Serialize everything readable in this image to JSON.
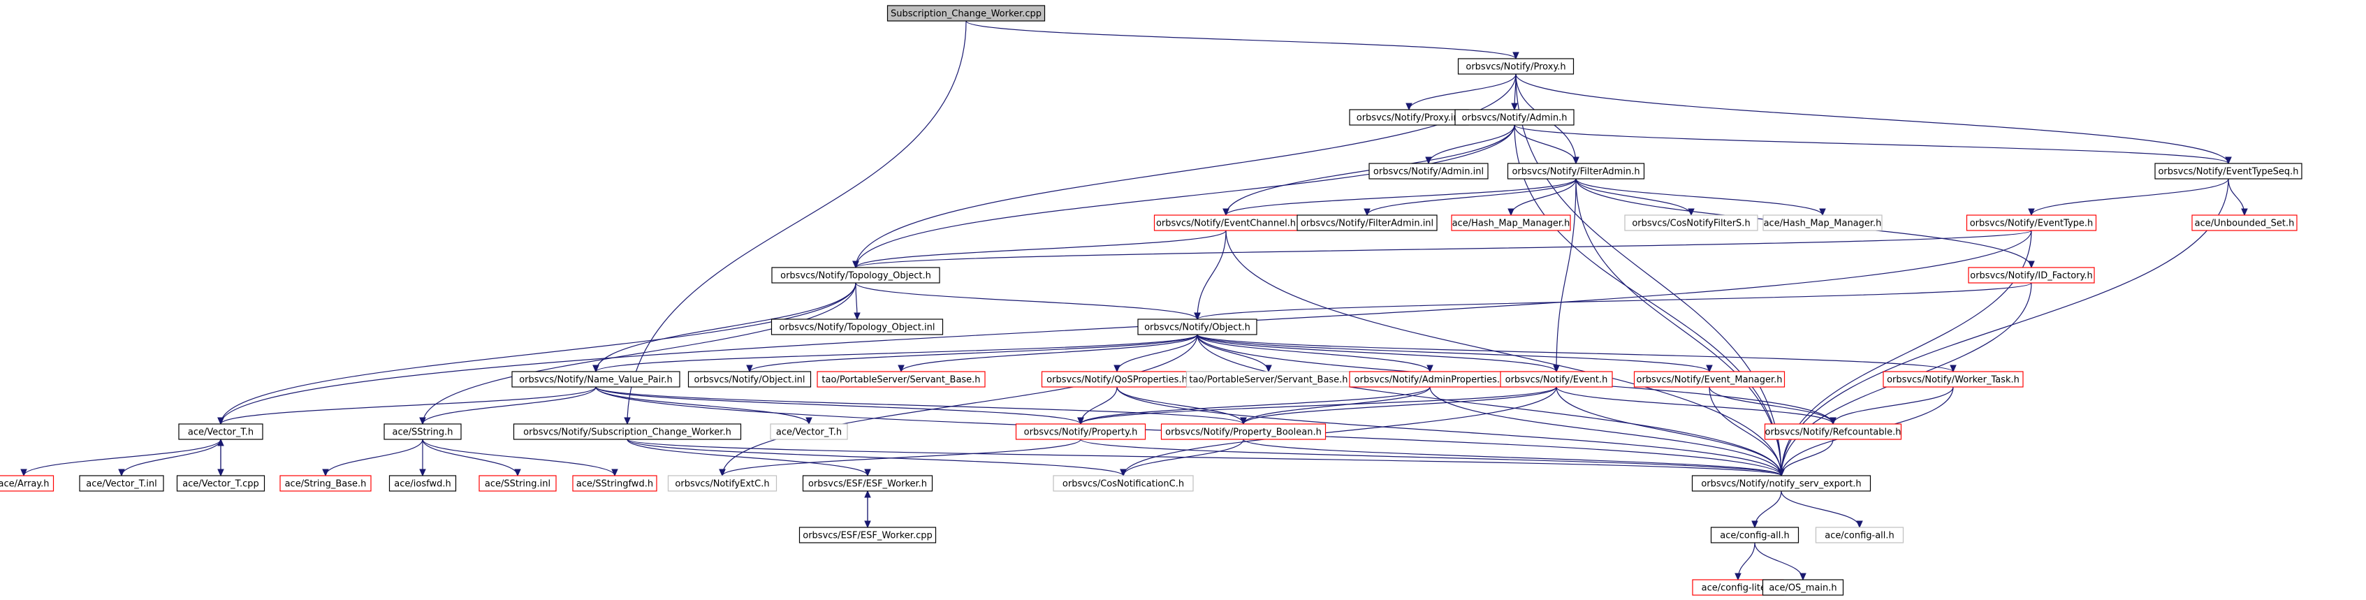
{
  "graph": {
    "nodes": [
      {
        "id": "root",
        "label": "Subscription_Change_Worker.cpp",
        "style": "root"
      },
      {
        "id": "proxy_h",
        "label": "orbsvcs/Notify/Proxy.h",
        "style": "black"
      },
      {
        "id": "proxy_inl",
        "label": "orbsvcs/Notify/Proxy.inl",
        "style": "black"
      },
      {
        "id": "admin_h",
        "label": "orbsvcs/Notify/Admin.h",
        "style": "black"
      },
      {
        "id": "admin_inl",
        "label": "orbsvcs/Notify/Admin.inl",
        "style": "black"
      },
      {
        "id": "filteradmin_h",
        "label": "orbsvcs/Notify/FilterAdmin.h",
        "style": "black"
      },
      {
        "id": "eventtypeseq_h",
        "label": "orbsvcs/Notify/EventTypeSeq.h",
        "style": "black"
      },
      {
        "id": "eventchannel_h",
        "label": "orbsvcs/Notify/EventChannel.h",
        "style": "red"
      },
      {
        "id": "filteradmin_inl",
        "label": "orbsvcs/Notify/FilterAdmin.inl",
        "style": "black"
      },
      {
        "id": "hashmap_h_red",
        "label": "ace/Hash_Map_Manager.h",
        "style": "red"
      },
      {
        "id": "cosnotifyfilters",
        "label": "orbsvcs/CosNotifyFilterS.h",
        "style": "grey"
      },
      {
        "id": "hashmap_h_grey",
        "label": "ace/Hash_Map_Manager.h",
        "style": "grey"
      },
      {
        "id": "eventtype_h",
        "label": "orbsvcs/Notify/EventType.h",
        "style": "red"
      },
      {
        "id": "unbounded_set",
        "label": "ace/Unbounded_Set.h",
        "style": "red"
      },
      {
        "id": "topology_h",
        "label": "orbsvcs/Notify/Topology_Object.h",
        "style": "black"
      },
      {
        "id": "idfactory_h",
        "label": "orbsvcs/Notify/ID_Factory.h",
        "style": "red"
      },
      {
        "id": "topology_inl",
        "label": "orbsvcs/Notify/Topology_Object.inl",
        "style": "black"
      },
      {
        "id": "object_h",
        "label": "orbsvcs/Notify/Object.h",
        "style": "black"
      },
      {
        "id": "namevalue_h",
        "label": "orbsvcs/Notify/Name_Value_Pair.h",
        "style": "black"
      },
      {
        "id": "object_inl",
        "label": "orbsvcs/Notify/Object.inl",
        "style": "black"
      },
      {
        "id": "servantbase_red",
        "label": "tao/PortableServer/Servant_Base.h",
        "style": "red"
      },
      {
        "id": "qosprops_h",
        "label": "orbsvcs/Notify/QoSProperties.h",
        "style": "red"
      },
      {
        "id": "servantbase_grey",
        "label": "tao/PortableServer/Servant_Base.h",
        "style": "grey"
      },
      {
        "id": "adminprops_h",
        "label": "orbsvcs/Notify/AdminProperties.h",
        "style": "red"
      },
      {
        "id": "event_h",
        "label": "orbsvcs/Notify/Event.h",
        "style": "red"
      },
      {
        "id": "eventmgr_h",
        "label": "orbsvcs/Notify/Event_Manager.h",
        "style": "red"
      },
      {
        "id": "workertask_h",
        "label": "orbsvcs/Notify/Worker_Task.h",
        "style": "red"
      },
      {
        "id": "vector_h",
        "label": "ace/Vector_T.h",
        "style": "black"
      },
      {
        "id": "sstring_h",
        "label": "ace/SString.h",
        "style": "black"
      },
      {
        "id": "subchange_h",
        "label": "orbsvcs/Notify/Subscription_Change_Worker.h",
        "style": "black"
      },
      {
        "id": "vector_h_grey",
        "label": "ace/Vector_T.h",
        "style": "grey"
      },
      {
        "id": "property_h",
        "label": "orbsvcs/Notify/Property.h",
        "style": "red"
      },
      {
        "id": "propbool_h",
        "label": "orbsvcs/Notify/Property_Boolean.h",
        "style": "red"
      },
      {
        "id": "refcount_h",
        "label": "orbsvcs/Notify/Refcountable.h",
        "style": "red"
      },
      {
        "id": "array_h",
        "label": "ace/Array.h",
        "style": "red"
      },
      {
        "id": "vector_inl",
        "label": "ace/Vector_T.inl",
        "style": "black"
      },
      {
        "id": "vector_cpp",
        "label": "ace/Vector_T.cpp",
        "style": "black"
      },
      {
        "id": "stringbase_h",
        "label": "ace/String_Base.h",
        "style": "red"
      },
      {
        "id": "iosfwd_h",
        "label": "ace/iosfwd.h",
        "style": "black"
      },
      {
        "id": "sstring_inl",
        "label": "ace/SString.inl",
        "style": "red"
      },
      {
        "id": "sstringfwd_h",
        "label": "ace/SStringfwd.h",
        "style": "red"
      },
      {
        "id": "notifyextc_h",
        "label": "orbsvcs/NotifyExtC.h",
        "style": "grey"
      },
      {
        "id": "esfworker_h",
        "label": "orbsvcs/ESF/ESF_Worker.h",
        "style": "black"
      },
      {
        "id": "cosnotifc_h",
        "label": "orbsvcs/CosNotificationC.h",
        "style": "grey"
      },
      {
        "id": "servexport_h",
        "label": "orbsvcs/Notify/notify_serv_export.h",
        "style": "black"
      },
      {
        "id": "esfworker_cpp",
        "label": "orbsvcs/ESF/ESF_Worker.cpp",
        "style": "black"
      },
      {
        "id": "configall_h",
        "label": "ace/config-all.h",
        "style": "black"
      },
      {
        "id": "configall_grey",
        "label": "ace/config-all.h",
        "style": "grey"
      },
      {
        "id": "configlite_h",
        "label": "ace/config-lite.h",
        "style": "red"
      },
      {
        "id": "osmain_h",
        "label": "ace/OS_main.h",
        "style": "black"
      }
    ],
    "edges": [
      [
        "root",
        "proxy_h"
      ],
      [
        "root",
        "subchange_h"
      ],
      [
        "proxy_h",
        "proxy_inl"
      ],
      [
        "proxy_h",
        "admin_h"
      ],
      [
        "proxy_h",
        "filteradmin_h"
      ],
      [
        "proxy_h",
        "eventtypeseq_h"
      ],
      [
        "proxy_h",
        "topology_h"
      ],
      [
        "proxy_h",
        "servexport_h"
      ],
      [
        "admin_h",
        "admin_inl"
      ],
      [
        "admin_h",
        "filteradmin_h"
      ],
      [
        "admin_h",
        "eventtypeseq_h"
      ],
      [
        "admin_h",
        "eventchannel_h"
      ],
      [
        "admin_h",
        "topology_h"
      ],
      [
        "admin_h",
        "servexport_h"
      ],
      [
        "filteradmin_h",
        "eventchannel_h"
      ],
      [
        "filteradmin_h",
        "filteradmin_inl"
      ],
      [
        "filteradmin_h",
        "hashmap_h_red"
      ],
      [
        "filteradmin_h",
        "cosnotifyfilters"
      ],
      [
        "filteradmin_h",
        "hashmap_h_grey"
      ],
      [
        "filteradmin_h",
        "event_h"
      ],
      [
        "filteradmin_h",
        "idfactory_h"
      ],
      [
        "filteradmin_h",
        "servexport_h"
      ],
      [
        "eventtypeseq_h",
        "eventtype_h"
      ],
      [
        "eventtypeseq_h",
        "unbounded_set"
      ],
      [
        "eventtypeseq_h",
        "servexport_h"
      ],
      [
        "eventchannel_h",
        "topology_h"
      ],
      [
        "eventchannel_h",
        "object_h"
      ],
      [
        "eventchannel_h",
        "servexport_h"
      ],
      [
        "eventtype_h",
        "topology_h"
      ],
      [
        "eventtype_h",
        "servexport_h"
      ],
      [
        "eventtype_h",
        "vector_h"
      ],
      [
        "idfactory_h",
        "object_h"
      ],
      [
        "idfactory_h",
        "servexport_h"
      ],
      [
        "topology_h",
        "topology_inl"
      ],
      [
        "topology_h",
        "object_h"
      ],
      [
        "topology_h",
        "namevalue_h"
      ],
      [
        "topology_h",
        "vector_h"
      ],
      [
        "topology_h",
        "sstring_h"
      ],
      [
        "object_h",
        "namevalue_h"
      ],
      [
        "object_h",
        "object_inl"
      ],
      [
        "object_h",
        "servantbase_red"
      ],
      [
        "object_h",
        "qosprops_h"
      ],
      [
        "object_h",
        "servantbase_grey"
      ],
      [
        "object_h",
        "adminprops_h"
      ],
      [
        "object_h",
        "event_h"
      ],
      [
        "object_h",
        "eventmgr_h"
      ],
      [
        "object_h",
        "workertask_h"
      ],
      [
        "object_h",
        "refcount_h"
      ],
      [
        "object_h",
        "servexport_h"
      ],
      [
        "object_h",
        "notifyextc_h"
      ],
      [
        "namevalue_h",
        "vector_h"
      ],
      [
        "namevalue_h",
        "sstring_h"
      ],
      [
        "namevalue_h",
        "vector_h_grey"
      ],
      [
        "namevalue_h",
        "propbool_h"
      ],
      [
        "namevalue_h",
        "servexport_h"
      ],
      [
        "namevalue_h",
        "property_h"
      ],
      [
        "qosprops_h",
        "property_h"
      ],
      [
        "qosprops_h",
        "propbool_h"
      ],
      [
        "qosprops_h",
        "servexport_h"
      ],
      [
        "adminprops_h",
        "property_h"
      ],
      [
        "adminprops_h",
        "propbool_h"
      ],
      [
        "adminprops_h",
        "servexport_h"
      ],
      [
        "event_h",
        "property_h"
      ],
      [
        "event_h",
        "propbool_h"
      ],
      [
        "event_h",
        "refcount_h"
      ],
      [
        "event_h",
        "servexport_h"
      ],
      [
        "event_h",
        "cosnotifc_h"
      ],
      [
        "eventmgr_h",
        "refcount_h"
      ],
      [
        "eventmgr_h",
        "servexport_h"
      ],
      [
        "workertask_h",
        "refcount_h"
      ],
      [
        "workertask_h",
        "servexport_h"
      ],
      [
        "refcount_h",
        "servexport_h"
      ],
      [
        "vector_h",
        "array_h"
      ],
      [
        "vector_h",
        "vector_inl"
      ],
      [
        "vector_h",
        "vector_cpp"
      ],
      [
        "vector_cpp",
        "vector_h"
      ],
      [
        "sstring_h",
        "stringbase_h"
      ],
      [
        "sstring_h",
        "iosfwd_h"
      ],
      [
        "sstring_h",
        "sstring_inl"
      ],
      [
        "sstring_h",
        "sstringfwd_h"
      ],
      [
        "subchange_h",
        "esfworker_h"
      ],
      [
        "subchange_h",
        "servexport_h"
      ],
      [
        "subchange_h",
        "cosnotifc_h"
      ],
      [
        "property_h",
        "servexport_h"
      ],
      [
        "property_h",
        "notifyextc_h"
      ],
      [
        "propbool_h",
        "servexport_h"
      ],
      [
        "propbool_h",
        "cosnotifc_h"
      ],
      [
        "esfworker_h",
        "esfworker_cpp"
      ],
      [
        "esfworker_cpp",
        "esfworker_h"
      ],
      [
        "servexport_h",
        "configall_h"
      ],
      [
        "servexport_h",
        "configall_grey"
      ],
      [
        "configall_h",
        "configlite_h"
      ],
      [
        "configall_h",
        "osmain_h"
      ]
    ]
  }
}
